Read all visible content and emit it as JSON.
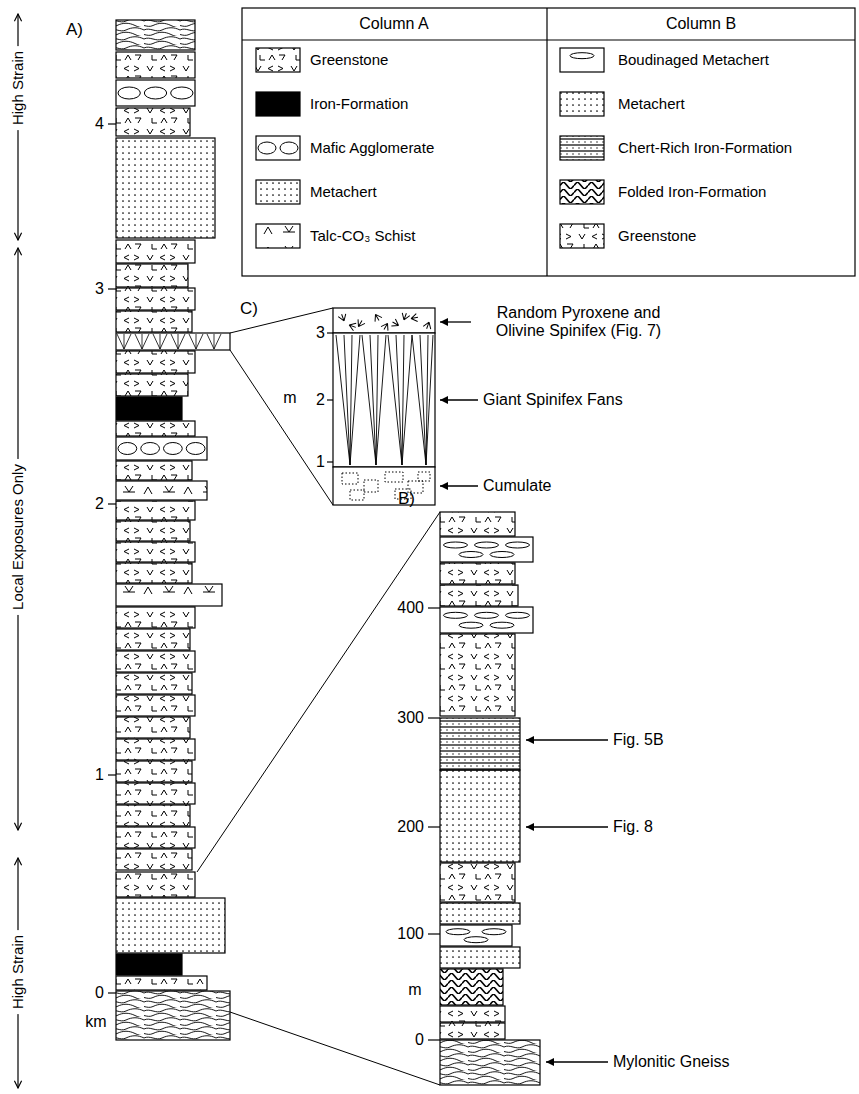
{
  "diagram": {
    "labels": [
      "A)",
      "Column A",
      "Column B",
      "High Strain",
      "4",
      "Local Exposures Only",
      "3",
      "C)",
      "Random Pyroxene and Olivine Spinifex (Fig. 7)",
      "3",
      "m",
      "2",
      "Giant Spinifex Fans",
      "1",
      "Cumulate",
      "2",
      "B)",
      "400",
      "300",
      "Fig. 5B",
      "Fig. 8",
      "200",
      "1",
      "High Strain",
      "100",
      "m",
      "0",
      "km",
      "0",
      "Mylonitic Gneiss"
    ],
    "legend": [
      {
        "text": "Greenstone"
      },
      {
        "text": "Iron-Formation",
        "color": "#000000"
      },
      {
        "text": "Mafic Agglomerate"
      },
      {
        "text": "Metachert"
      },
      {
        "text": "Talc-CO₃ Schist"
      },
      {
        "text": "Boudinaged Metachert"
      },
      {
        "text": "Metachert"
      },
      {
        "text": "Chert-Rich Iron-Formation"
      },
      {
        "text": "Folded Iron-Formation"
      },
      {
        "text": "Greenstone"
      }
    ]
  }
}
